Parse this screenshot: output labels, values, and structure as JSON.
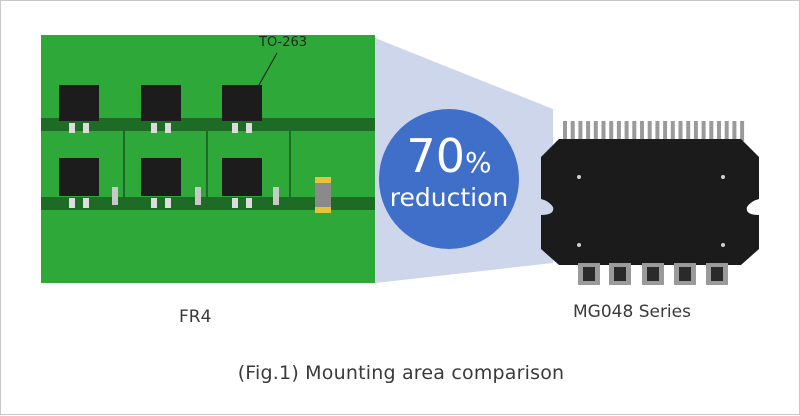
{
  "colors": {
    "pcb": "#2fa83a",
    "trace": "#1d6b24",
    "component": "#1c1c1c",
    "highlight": "#c9d2ea",
    "badge": "#3f6fc9",
    "module": "#1b1b1b",
    "pins": "#9a9a9a"
  },
  "labels": {
    "package": "TO-263",
    "badge_percent": "70",
    "badge_symbol": "%",
    "badge_word": "reduction",
    "left_board": "FR4",
    "right_module": "MG048 Series",
    "caption": "(Fig.1) Mounting area comparison"
  },
  "icons": {
    "board": "pcb-board-icon",
    "module": "ic-module-icon"
  }
}
